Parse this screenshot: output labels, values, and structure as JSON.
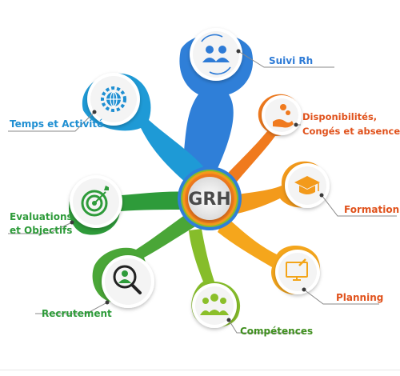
{
  "center": {
    "label": "GRH"
  },
  "nodes": [
    {
      "key": "suivi",
      "label_lines": [
        "Suivi Rh"
      ],
      "icon": "user-group-sync-icon",
      "color": "#2e7bd6"
    },
    {
      "key": "temps",
      "label_lines": [
        "Temps et Activité"
      ],
      "icon": "globe-gear-icon",
      "color": "#1f8fd2"
    },
    {
      "key": "dispo",
      "label_lines": [
        "Disponibilités,",
        "Congés et absence"
      ],
      "icon": "hand-coins-icon",
      "color": "#f07a1e"
    },
    {
      "key": "formation",
      "label_lines": [
        "Formation"
      ],
      "icon": "graduation-cap-icon",
      "color": "#f39a1b"
    },
    {
      "key": "evaluations",
      "label_lines": [
        "Evaluations",
        "et Objectifs"
      ],
      "icon": "target-arrow-icon",
      "color": "#2e9b3a"
    },
    {
      "key": "planning",
      "label_lines": [
        "Planning"
      ],
      "icon": "screen-pen-icon",
      "color": "#f3a51a"
    },
    {
      "key": "recrutement",
      "label_lines": [
        "Recrutement"
      ],
      "icon": "search-person-icon",
      "color": "#5fae2e"
    },
    {
      "key": "competences",
      "label_lines": [
        "Compétences"
      ],
      "icon": "team-group-icon",
      "color": "#8bbf2a"
    }
  ]
}
